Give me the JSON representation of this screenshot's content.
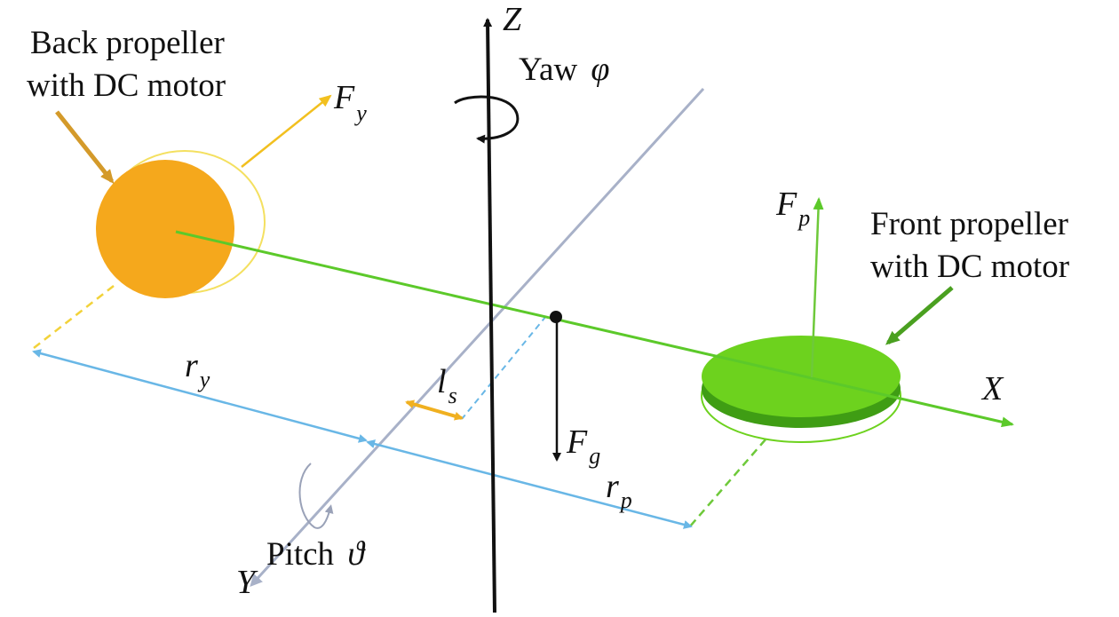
{
  "labels": {
    "back_propeller_line1": "Back propeller",
    "back_propeller_line2": "with DC motor",
    "front_propeller_line1": "Front propeller",
    "front_propeller_line2": "with DC motor",
    "yaw_word": "Yaw",
    "yaw_symbol": "φ",
    "pitch_word": "Pitch",
    "pitch_symbol": "ϑ"
  },
  "axes": {
    "x": "X",
    "y": "Y",
    "z": "Z"
  },
  "forces": {
    "fy_main": "F",
    "fy_sub": "y",
    "fp_main": "F",
    "fp_sub": "p",
    "fg_main": "F",
    "fg_sub": "g"
  },
  "lengths": {
    "ry_main": "r",
    "ry_sub": "y",
    "rp_main": "r",
    "rp_sub": "p",
    "ls_main": "l",
    "ls_sub": "s"
  },
  "colors": {
    "back_propeller": "#f5a81c",
    "front_propeller": "#6dd21e",
    "beam": "#5cc92a",
    "yaw_force": "#f2c01f",
    "pitch_force": "#6ec93a",
    "dimension": "#69b7e6",
    "ls_marker": "#f0b020",
    "y_axis": "#a8b1c8",
    "z_axis": "#111111"
  }
}
